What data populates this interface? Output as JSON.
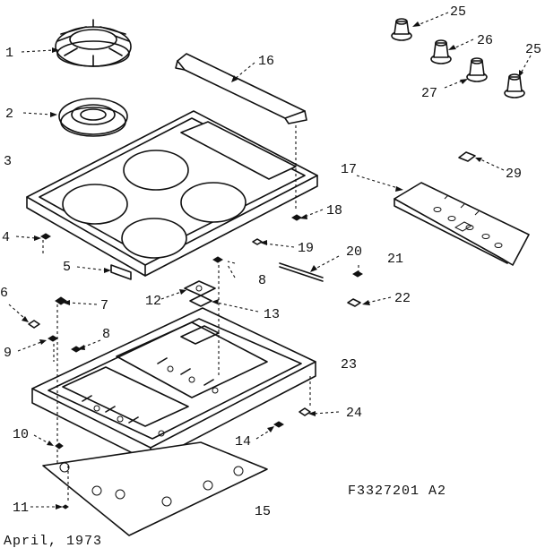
{
  "parts": [
    {
      "ref": "1",
      "name": "burner-grate"
    },
    {
      "ref": "2",
      "name": "burner-bowl"
    },
    {
      "ref": "3",
      "name": "cooktop-frame"
    },
    {
      "ref": "4",
      "name": "screw"
    },
    {
      "ref": "5",
      "name": "bracket"
    },
    {
      "ref": "6",
      "name": "clip"
    },
    {
      "ref": "7",
      "name": "grommet"
    },
    {
      "ref": "8",
      "name": "screw"
    },
    {
      "ref": "9",
      "name": "clip"
    },
    {
      "ref": "10",
      "name": "screw"
    },
    {
      "ref": "11",
      "name": "screw"
    },
    {
      "ref": "12",
      "name": "bracket"
    },
    {
      "ref": "13",
      "name": "plate"
    },
    {
      "ref": "14",
      "name": "screw"
    },
    {
      "ref": "15",
      "name": "bottom-panel"
    },
    {
      "ref": "16",
      "name": "handle-rail"
    },
    {
      "ref": "17",
      "name": "control-panel"
    },
    {
      "ref": "18",
      "name": "nut"
    },
    {
      "ref": "19",
      "name": "washer"
    },
    {
      "ref": "20",
      "name": "rod"
    },
    {
      "ref": "21",
      "name": "screw"
    },
    {
      "ref": "22",
      "name": "clip"
    },
    {
      "ref": "23",
      "name": "housing-pan"
    },
    {
      "ref": "24",
      "name": "clip"
    },
    {
      "ref": "25",
      "name": "knob"
    },
    {
      "ref": "26",
      "name": "knob"
    },
    {
      "ref": "27",
      "name": "knob"
    },
    {
      "ref": "29",
      "name": "switch"
    }
  ],
  "callouts": {
    "c1": "1",
    "c2": "2",
    "c3": "3",
    "c4": "4",
    "c5": "5",
    "c6": "6",
    "c7": "7",
    "c8a": "8",
    "c8b": "8",
    "c9": "9",
    "c10": "10",
    "c11": "11",
    "c12": "12",
    "c13": "13",
    "c14": "14",
    "c15": "15",
    "c16": "16",
    "c17": "17",
    "c18": "18",
    "c19": "19",
    "c20": "20",
    "c21": "21",
    "c22": "22",
    "c23": "23",
    "c24": "24",
    "c25a": "25",
    "c25b": "25",
    "c26": "26",
    "c27": "27",
    "c29": "29"
  },
  "figure_code": "F3327201 A2",
  "date": "April, 1973",
  "colors": {
    "ink": "#111111",
    "paper": "#ffffff"
  }
}
